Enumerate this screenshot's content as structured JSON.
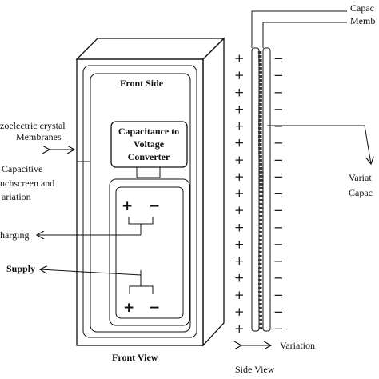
{
  "labels": {
    "front_side": "Front Side",
    "converter": [
      "Capacitance to",
      "Voltage",
      "Converter"
    ],
    "piezo": [
      "zoelectric crystal",
      "Membranes"
    ],
    "capacitive": [
      "Capacitive",
      "uchscreen and",
      "ariation"
    ],
    "charging": "harging",
    "supply": "Supply",
    "front_view": "Front View",
    "side_view": "Side View",
    "variation_bottom": "Variation",
    "capacitive_membrane": [
      "Capac",
      "Memb"
    ],
    "variation_capac": [
      "Variat",
      "Capac"
    ]
  },
  "symbols": {
    "plus": "+",
    "minus": "−"
  },
  "plate_sign_rows": 17
}
